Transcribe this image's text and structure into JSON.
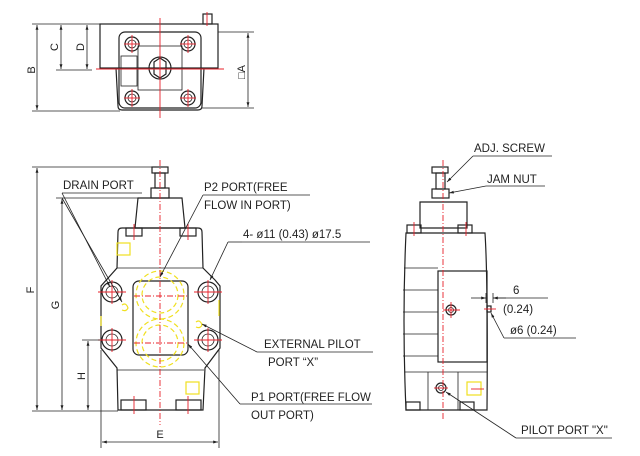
{
  "top_view": {
    "dims": {
      "a": "□A",
      "b": "B",
      "c": "C",
      "d": "D"
    }
  },
  "front_view": {
    "dims": {
      "e": "E",
      "f": "F",
      "g": "G",
      "h": "H"
    },
    "labels": {
      "drain_port": "DRAIN PORT",
      "p2_port_line1": "P2 PORT(FREE",
      "p2_port_line2": "FLOW IN PORT)",
      "bolt_holes": "4- ø11 (0.43) ø17.5",
      "external_pilot_line1": "EXTERNAL PILOT",
      "external_pilot_line2": "PORT “X”",
      "p1_port_line1": "P1 PORT(FREE FLOW",
      "p1_port_line2": "OUT PORT)"
    }
  },
  "side_view": {
    "labels": {
      "adj_screw": "ADJ. SCREW",
      "jam_nut": "JAM NUT",
      "dim_6": "6",
      "dim_6_inch": "(0.24)",
      "pilot_dia": "ø6  (0.24)",
      "pilot_port": "PILOT PORT \"X\""
    }
  },
  "colors": {
    "line": "#222222",
    "center_line": "#e8202a",
    "hidden": "#f0e020"
  }
}
